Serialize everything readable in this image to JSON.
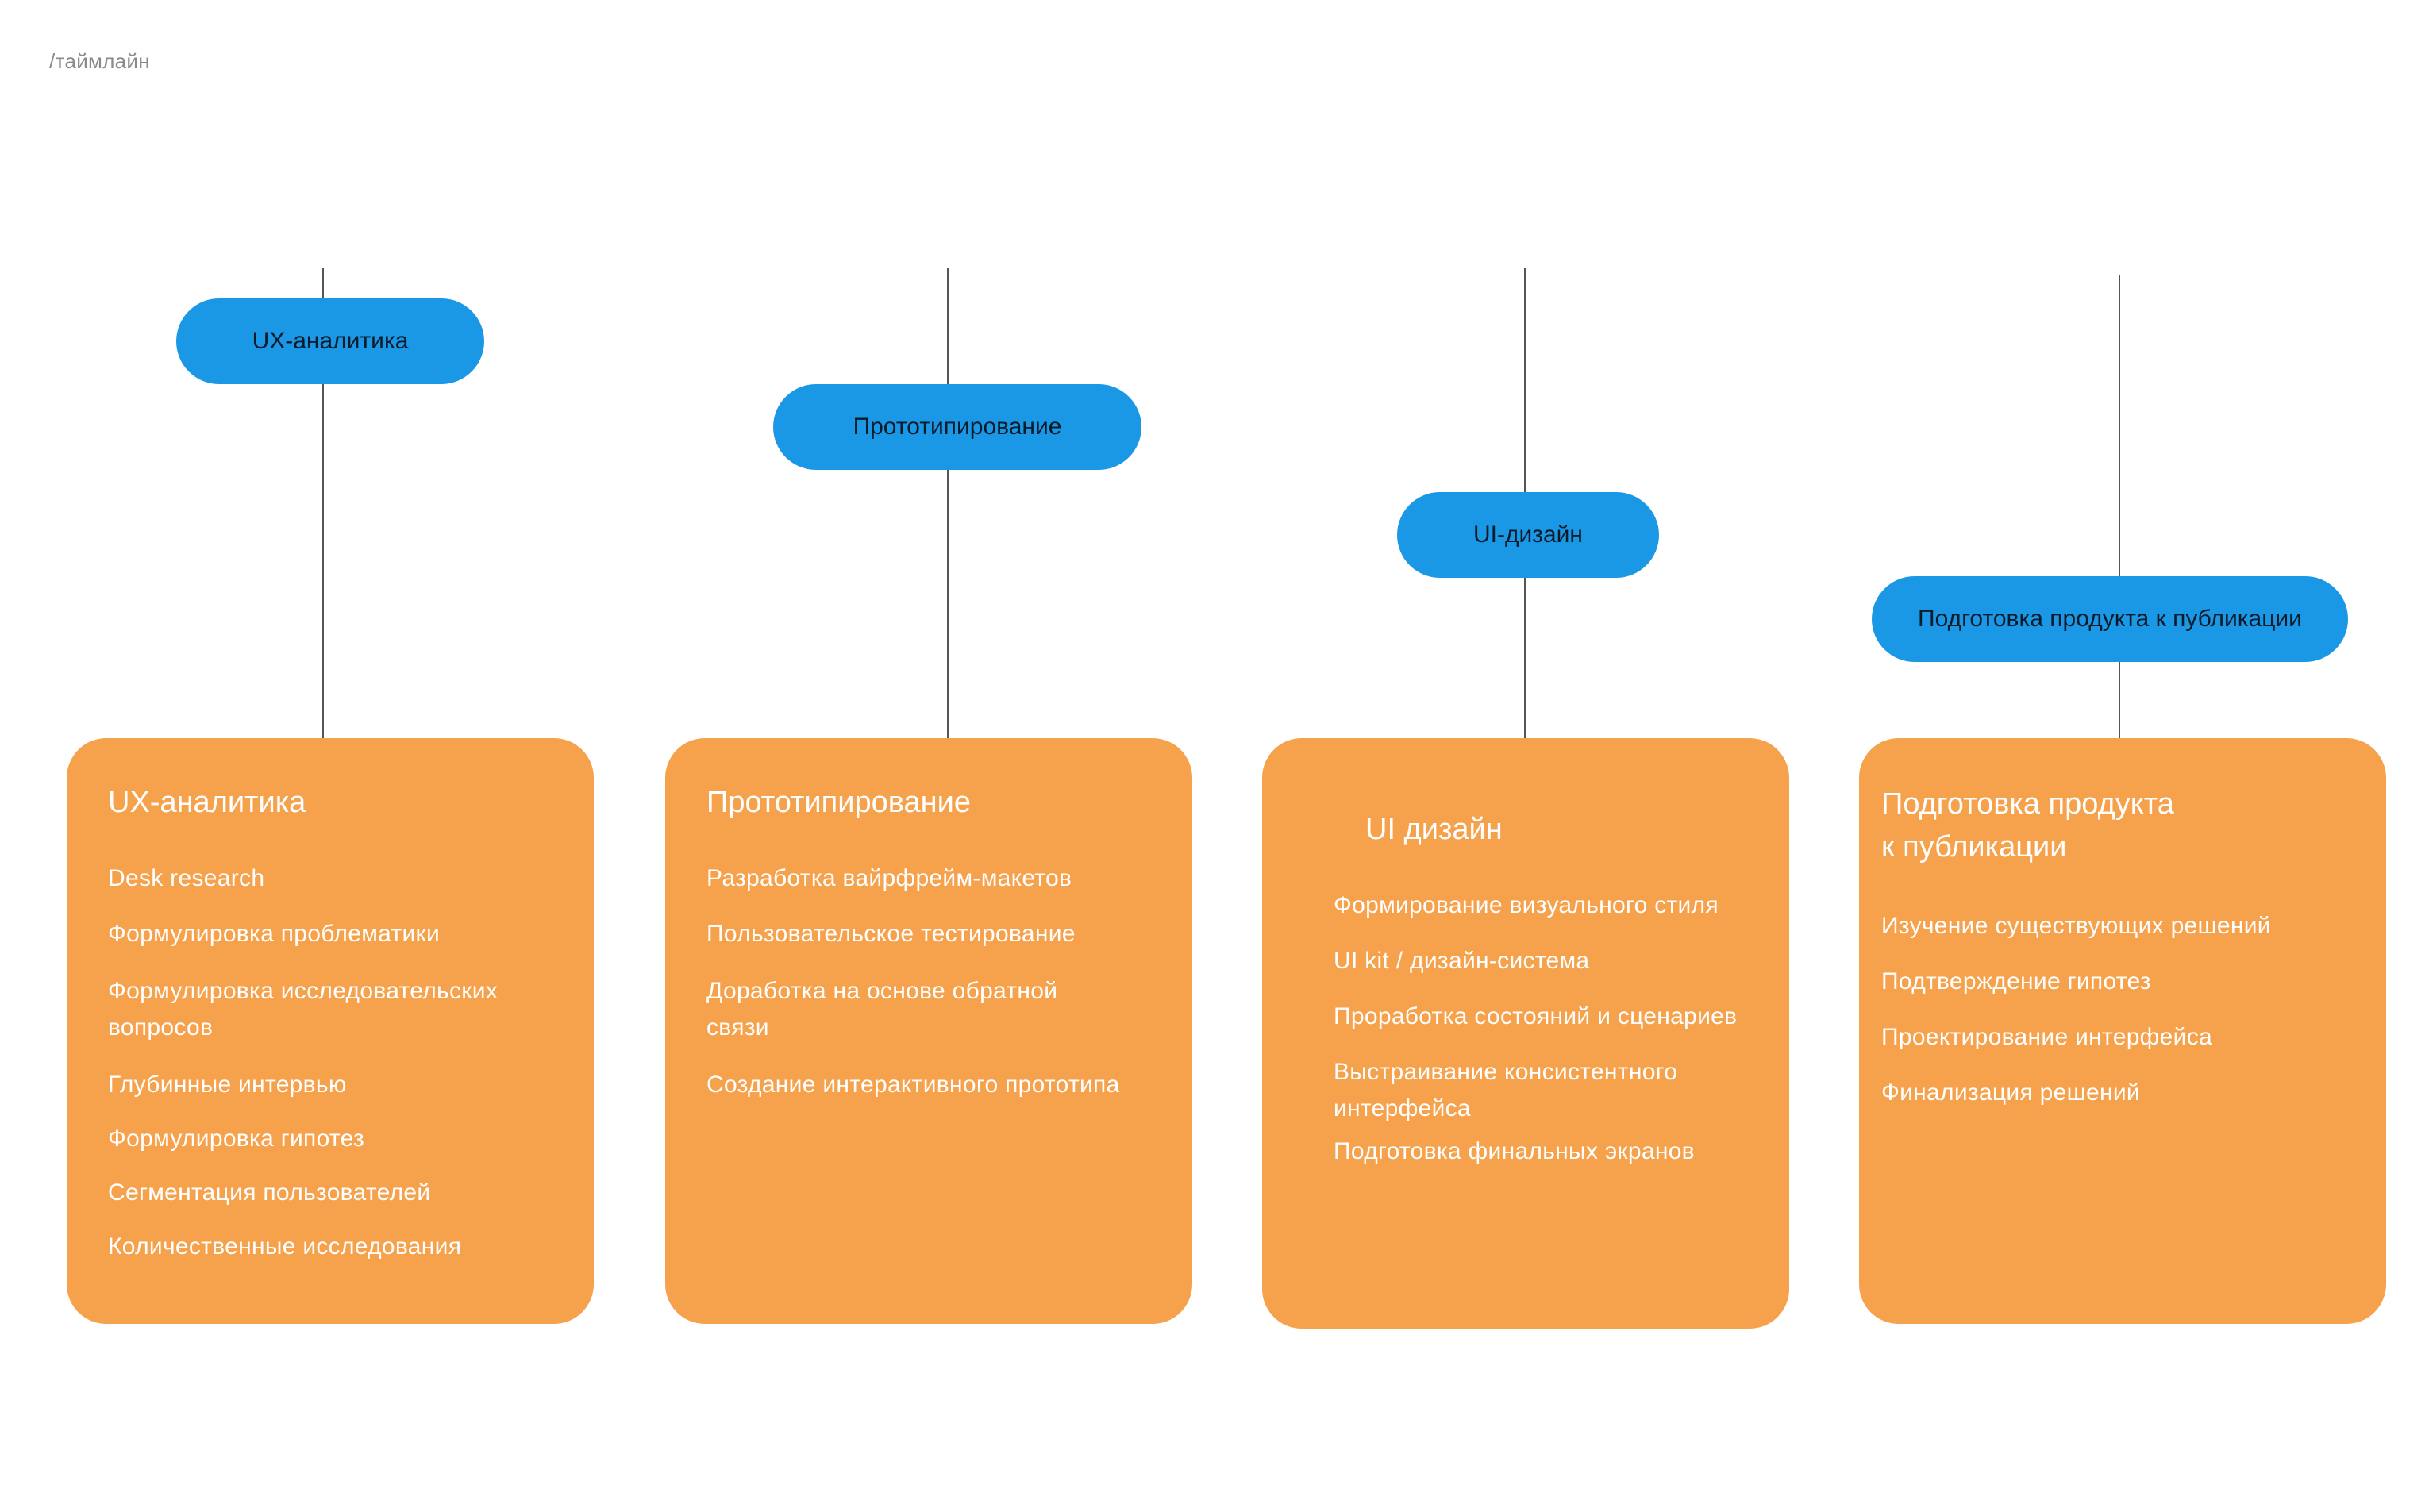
{
  "breadcrumb": "/таймлайн",
  "colors": {
    "pill": "#1a98e6",
    "card": "#f6a24c",
    "line": "#555555"
  },
  "stages": [
    {
      "pill_label": "UX-аналитика",
      "card_title": "UX-аналитика",
      "items": [
        "Desk research",
        "Формулировка проблематики",
        "Формулировка исследовательских",
        "вопросов",
        "Глубинные интервью",
        "Формулировка гипотез",
        "Сегментация пользователей",
        "Количественные исследования"
      ]
    },
    {
      "pill_label": "Прототипирование",
      "card_title": "Прототипирование",
      "items": [
        "Разработка вайрфрейм-макетов",
        "Пользовательское тестирование",
        "Доработка на основе обратной",
        "связи",
        "Создание интерактивного прототипа"
      ]
    },
    {
      "pill_label": "UI-дизайн",
      "card_title": "UI дизайн",
      "items": [
        "Формирование визуального стиля",
        "UI kit / дизайн-система",
        "Проработка состояний и сценариев",
        "Выстраивание консистентного",
        "интерфейса",
        "Подготовка финальных экранов"
      ]
    },
    {
      "pill_label": "Подготовка продукта к публикации",
      "card_title": "Подготовка продукта\nк публикации",
      "items": [
        "Изучение существующих решений",
        "Подтверждение гипотез",
        "Проектирование интерфейса",
        "Финализация решений"
      ]
    }
  ]
}
